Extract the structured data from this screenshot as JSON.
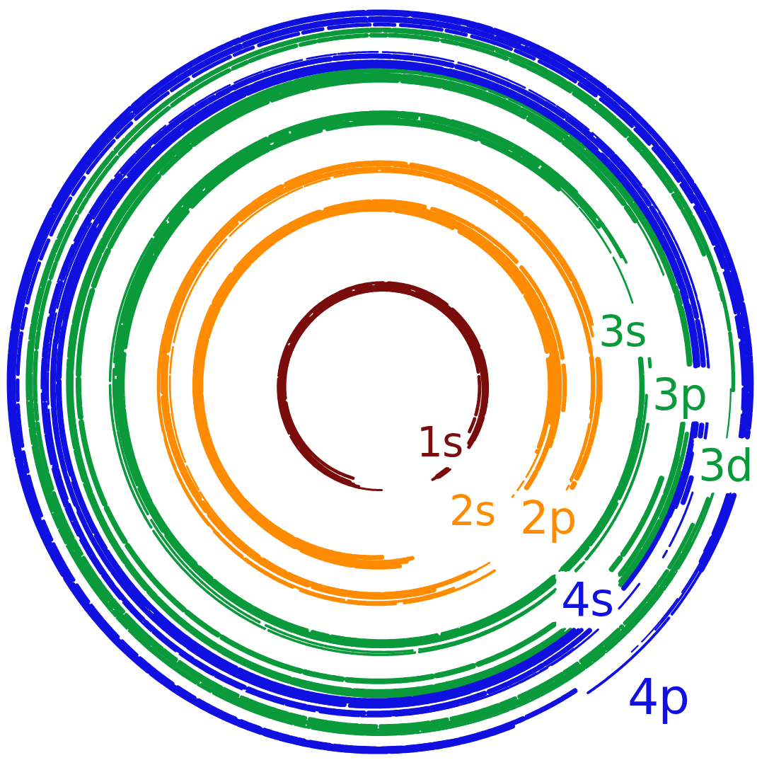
{
  "diagram": {
    "labels": [
      "1s",
      "2s",
      "2p",
      "3s",
      "3p",
      "3d",
      "4s",
      "4p"
    ]
  }
}
